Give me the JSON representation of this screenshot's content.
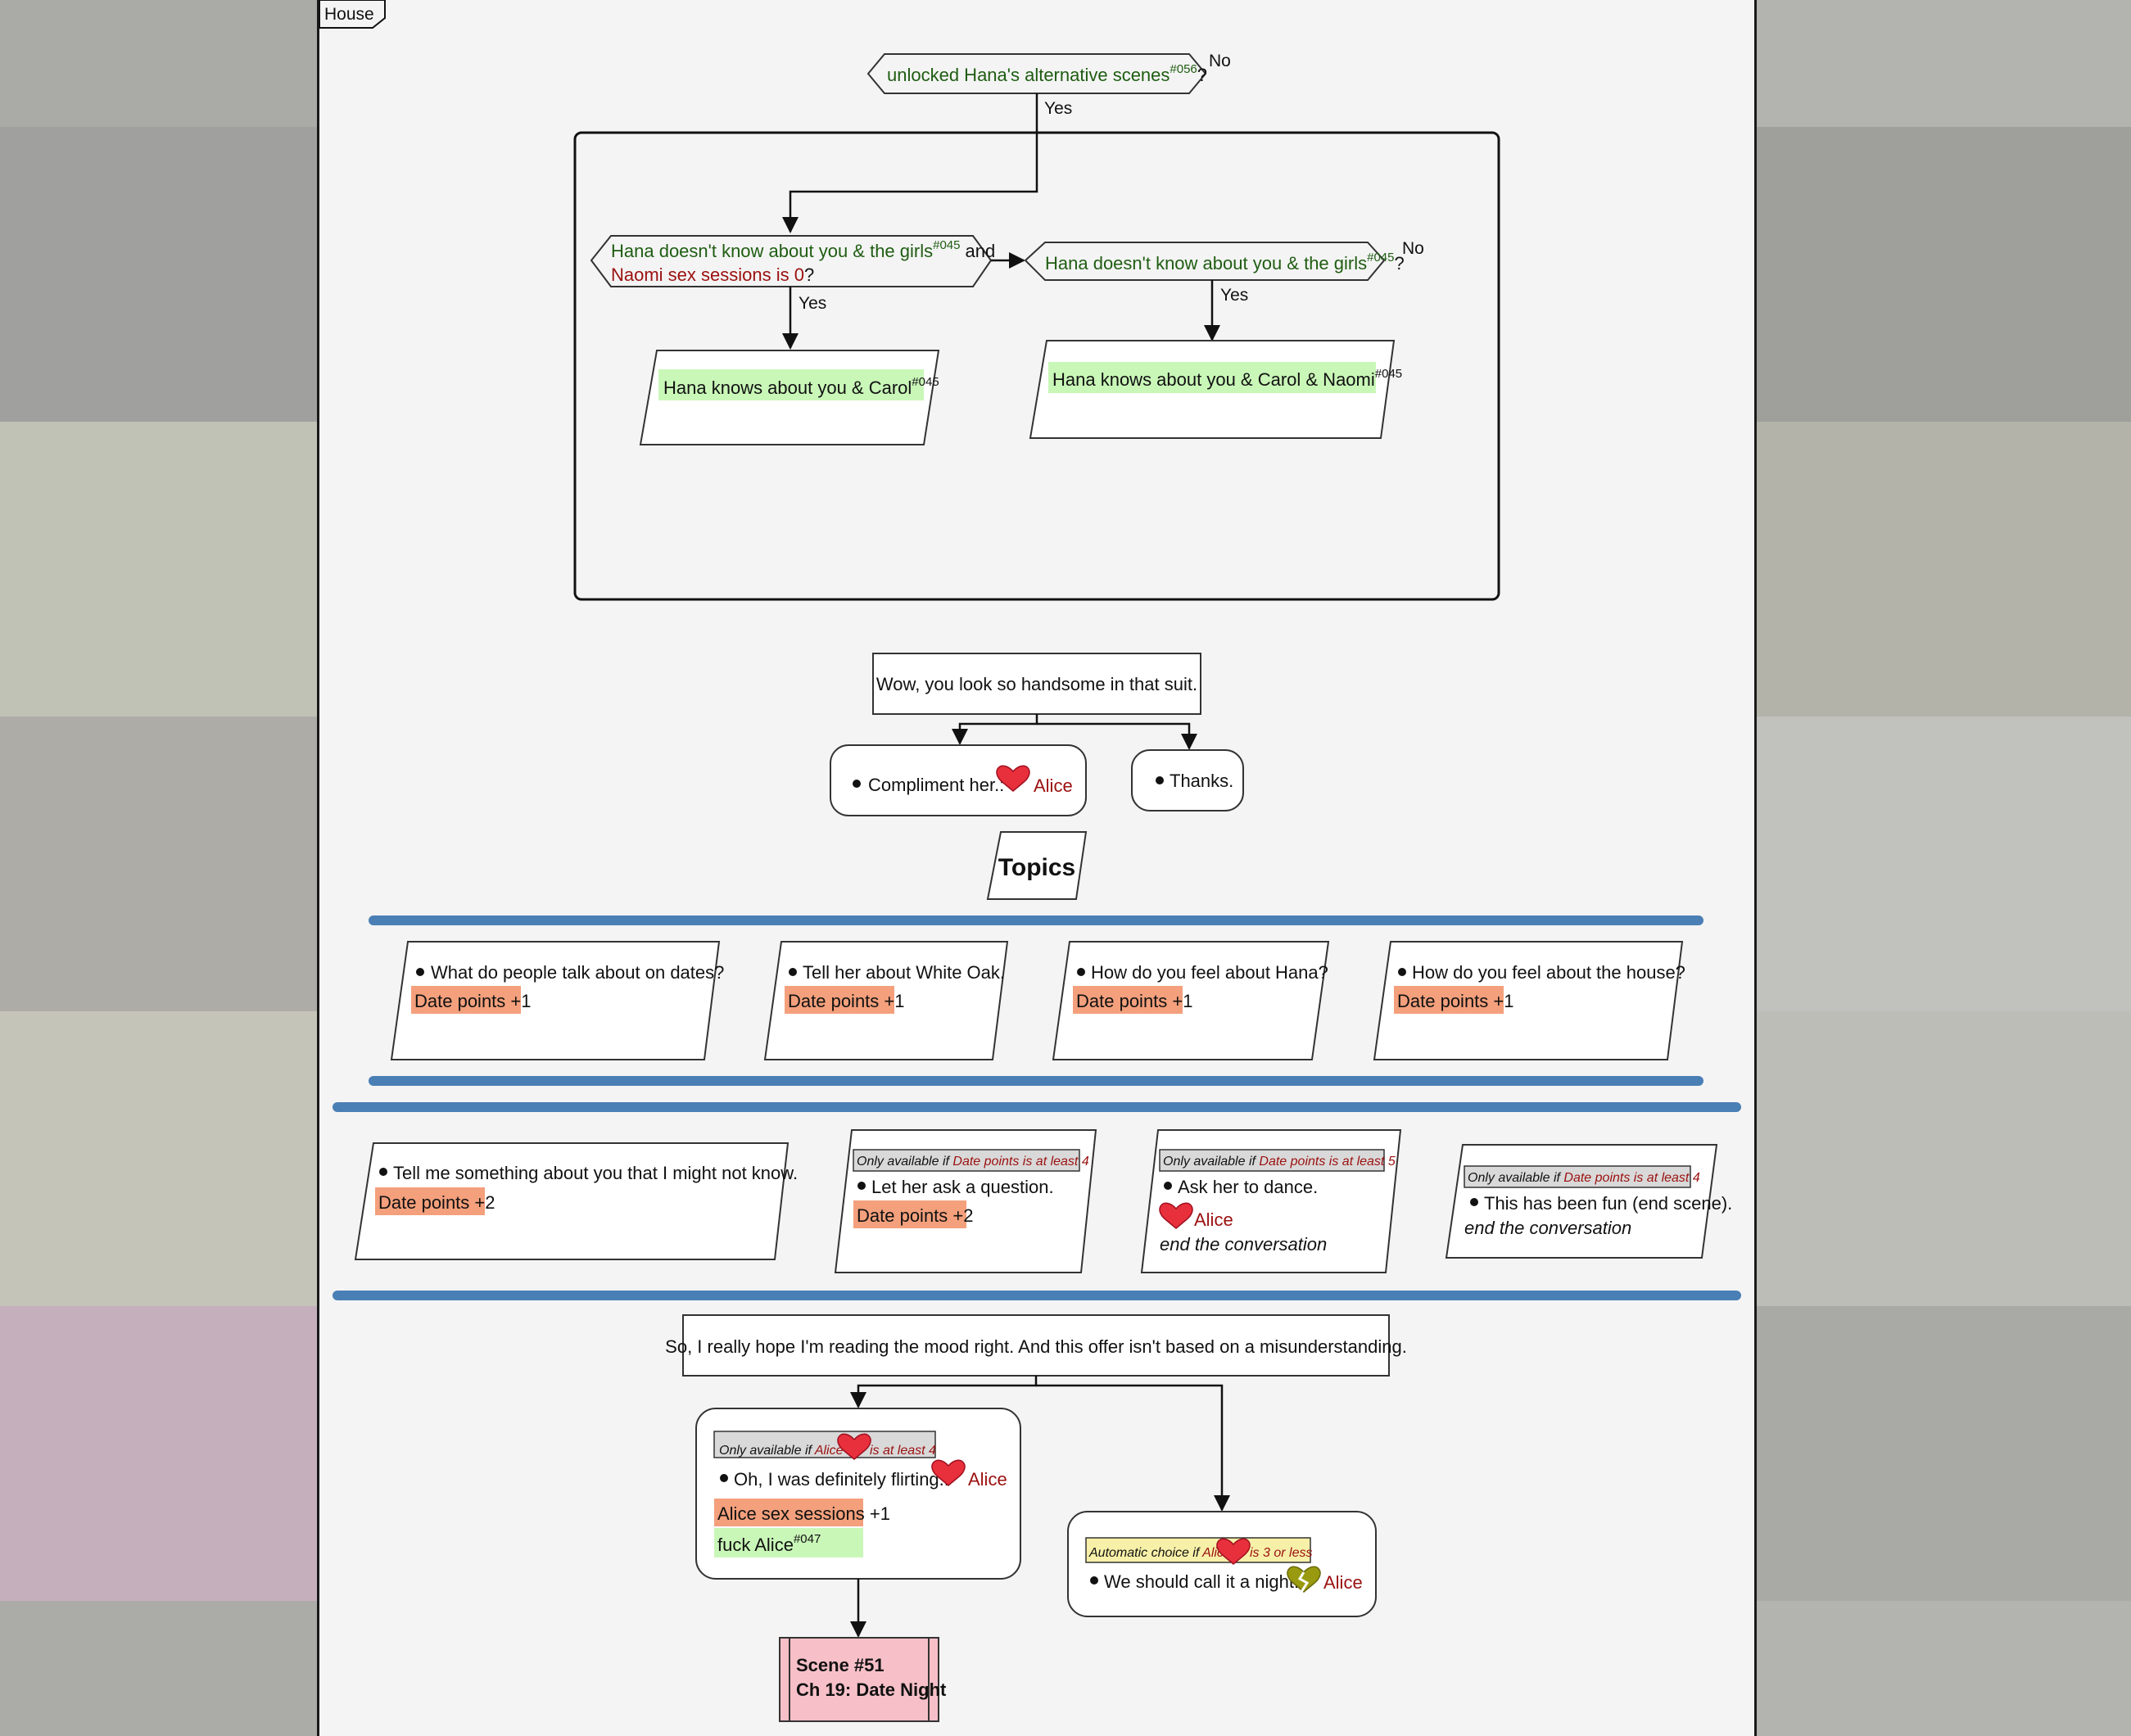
{
  "frame": {
    "label": "House"
  },
  "colors": {
    "condition": "#1f5d12",
    "stat": "#9b1010",
    "date_points_bg": "#f4a07c",
    "set_bg": "#c9f7b8",
    "auto_bg": "#f7f0a8",
    "req_bg": "#d9d9d9",
    "scene_bg": "#f7c0c8",
    "separator": "#4a7fb5"
  },
  "top": {
    "condition": {
      "text": "unlocked Hana's alternative scenes",
      "ref": "#056",
      "suffix": "?",
      "no_label": "No",
      "yes_label": "Yes"
    },
    "group": {
      "cond_a": {
        "line1": "Hana doesn't know about you & the girls",
        "ref": "#045",
        "and": "and",
        "line2": "Naomi sex sessions is 0",
        "suffix": "?",
        "yes_label": "Yes"
      },
      "cond_b": {
        "text": "Hana doesn't know about you & the girls",
        "ref": "#045",
        "suffix": "?",
        "no_label": "No",
        "yes_label": "Yes"
      },
      "result_a": {
        "text": "Hana knows about you & Carol",
        "ref": "#045"
      },
      "result_b": {
        "text": "Hana knows about you & Carol & Naomi",
        "ref": "#045"
      }
    }
  },
  "dialog1": {
    "line": "Wow, you look so handsome in that suit.",
    "choice_a": {
      "text": "Compliment her.:",
      "char": "Alice",
      "icon": "heart-icon"
    },
    "choice_b": {
      "text": "Thanks."
    }
  },
  "topics": {
    "title": "Topics",
    "row1": [
      {
        "text": "What do people talk about on dates?",
        "effect": "Date points +1"
      },
      {
        "text": "Tell her about White Oak.",
        "effect": "Date points +1"
      },
      {
        "text": "How do you feel about Hana?",
        "effect": "Date points +1"
      },
      {
        "text": "How do you feel about the house?",
        "effect": "Date points +1"
      }
    ],
    "row2": [
      {
        "text": "Tell me something about you that I might not know.",
        "effect": "Date points +2"
      },
      {
        "req_prefix": "Only available if",
        "req_cond": "Date points is at least 4",
        "text": "Let her ask a question.",
        "effect": "Date points +2"
      },
      {
        "req_prefix": "Only available if",
        "req_cond": "Date points is at least 5",
        "text": "Ask her to dance.",
        "char": "Alice",
        "icon": "heart-icon",
        "note": "end the conversation"
      },
      {
        "req_prefix": "Only available if",
        "req_cond": "Date points is at least 4",
        "text": "This has been fun (end scene).",
        "note": "end the conversation"
      }
    ]
  },
  "dialog2": {
    "line": "So, I really hope I'm reading the mood right. And this offer isn't based on a misunderstanding.",
    "choice_a": {
      "req_prefix": "Only available if",
      "req_char": "Alice",
      "req_suffix": "is at least 4",
      "text": "Oh, I was definitely flirting.:",
      "char": "Alice",
      "effect": "Alice sex sessions +1",
      "set": "fuck Alice",
      "ref": "#047",
      "icon": "heart-icon"
    },
    "choice_b": {
      "auto_prefix": "Automatic choice if",
      "auto_char": "Alice",
      "auto_suffix": "is 3 or less",
      "text": "We should call it a night.:",
      "char": "Alice",
      "icon": "broken-heart-icon"
    }
  },
  "scene": {
    "line1": "Scene #51",
    "line2": "Ch 19: Date Night"
  }
}
